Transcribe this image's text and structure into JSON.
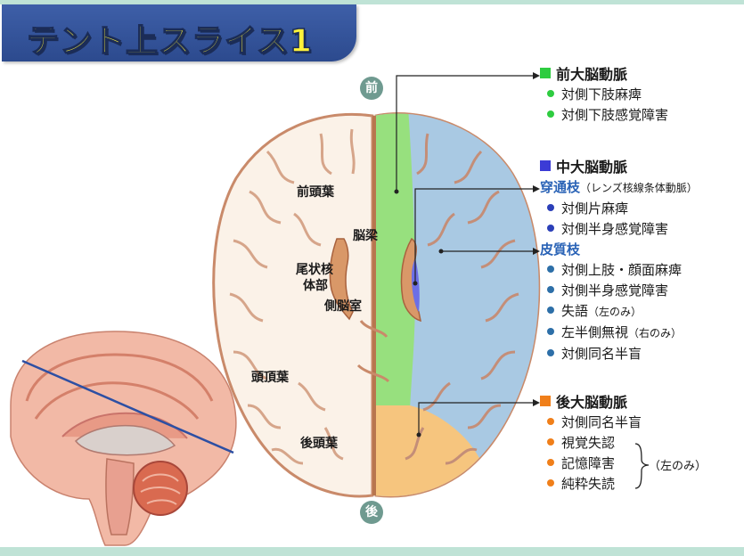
{
  "title": "テント上スライス1",
  "directions": {
    "front": "前",
    "back": "後"
  },
  "brain_labels": {
    "frontal_lobe": "前頭葉",
    "corpus_callosum": "脳梁",
    "caudate_line1": "尾状核",
    "caudate_line2": "体部",
    "ventricle": "側脳室",
    "parietal_lobe": "頭頂葉",
    "occipital_lobe": "後頭葉"
  },
  "colors": {
    "aca": "#2ecc40",
    "mca": "#3b3bd6",
    "pca": "#f07f1a",
    "dot_aca": "#2ecc40",
    "dot_mca_perf": "#2b3fb8",
    "dot_mca_cort": "#2d6fa8",
    "dot_pca": "#f07f1a",
    "title_bg": "#34549c",
    "title_text": "#fff23a"
  },
  "legend": {
    "aca": {
      "heading": "前大脳動脈",
      "items": [
        "対側下肢麻痺",
        "対側下肢感覚障害"
      ]
    },
    "mca": {
      "heading": "中大脳動脈",
      "perforating": {
        "label": "穿通枝",
        "note": "（レンズ核線条体動脈）",
        "items": [
          "対側片麻痺",
          "対側半身感覚障害"
        ]
      },
      "cortical": {
        "label": "皮質枝",
        "items": [
          {
            "text": "対側上肢・顔面麻痺",
            "note": ""
          },
          {
            "text": "対側半身感覚障害",
            "note": ""
          },
          {
            "text": "失語",
            "note": "（左のみ）"
          },
          {
            "text": "左半側無視",
            "note": "（右のみ）"
          },
          {
            "text": "対側同名半盲",
            "note": ""
          }
        ]
      }
    },
    "pca": {
      "heading": "後大脳動脈",
      "items": [
        "対側同名半盲",
        "視覚失認",
        "記憶障害",
        "純粋失読"
      ],
      "bracket_note": "（左のみ）"
    }
  }
}
